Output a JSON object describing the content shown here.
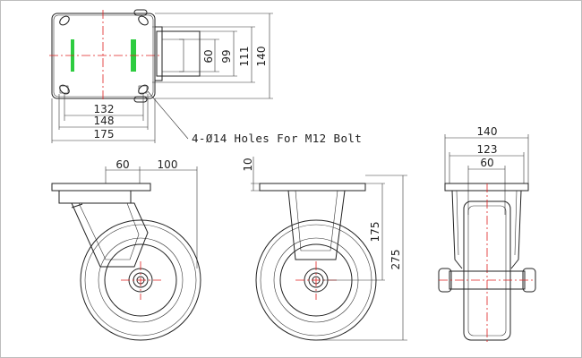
{
  "dimensions": {
    "top_view": {
      "width_inner": "132",
      "width_outer": "148",
      "width_total": "175",
      "h1": "60",
      "h2": "99",
      "h3": "111",
      "h4": "140"
    },
    "side_view": {
      "offset": "60",
      "radius": "100"
    },
    "front_view": {
      "plate": "10",
      "height": "175",
      "total_height": "275"
    },
    "end_view": {
      "w_outer": "140",
      "w_mid": "123",
      "w_inner": "60"
    }
  },
  "note": "4-Ø14 Holes For M12 Bolt",
  "colors": {
    "outline": "#222222",
    "centerline": "#e02020",
    "marker": "#2ecc40"
  }
}
